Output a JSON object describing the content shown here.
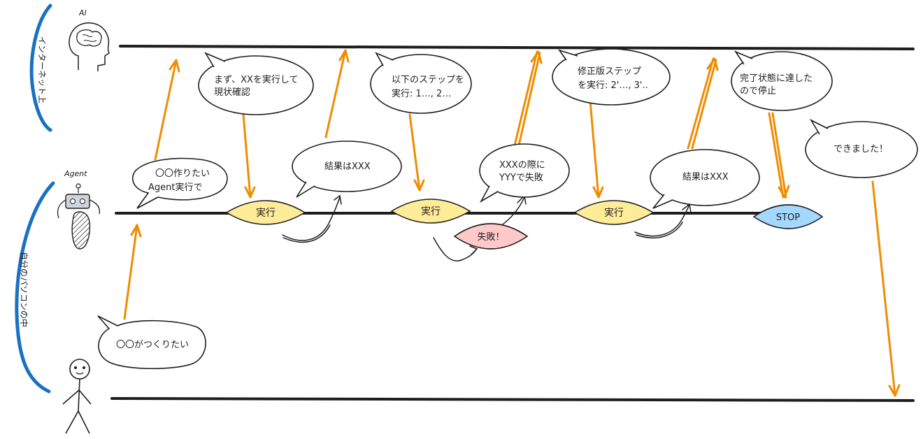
{
  "actors": {
    "ai_label": "AI",
    "agent_label": "Agent"
  },
  "lanes": {
    "internet_label": "インターネット上",
    "local_label": "自分のパソコンの中"
  },
  "bubbles": {
    "request": "〇〇がつくりたい",
    "agent_request_line1": "〇〇作りたい",
    "agent_request_line2": "Agent実行で",
    "ai_plan_line1": "まず、XXを実行して",
    "ai_plan_line2": "現状確認",
    "result1": "結果はXXX",
    "ai_steps_line1": "以下のステップを",
    "ai_steps_line2": "実行: 1…, 2…",
    "error_line1": "XXXの際に",
    "error_line2": "YYYで失敗",
    "ai_fix_line1": "修正版ステップ",
    "ai_fix_line2": "を実行: 2'…, 3'..",
    "result2": "結果はXXX",
    "ai_done_line1": "完了状態に達した",
    "ai_done_line2": "ので停止",
    "done": "できました！"
  },
  "nodes": {
    "exec1": "実行",
    "exec2": "実行",
    "fail": "失敗！",
    "exec3": "実行",
    "stop": "STOP"
  },
  "colors": {
    "arrow": "#f08c00",
    "lane_bracket": "#1971c2",
    "exec_fill": "#ffec99",
    "fail_fill": "#ffc9c9",
    "stop_fill": "#a5d8ff",
    "stroke": "#1e1e1e"
  }
}
